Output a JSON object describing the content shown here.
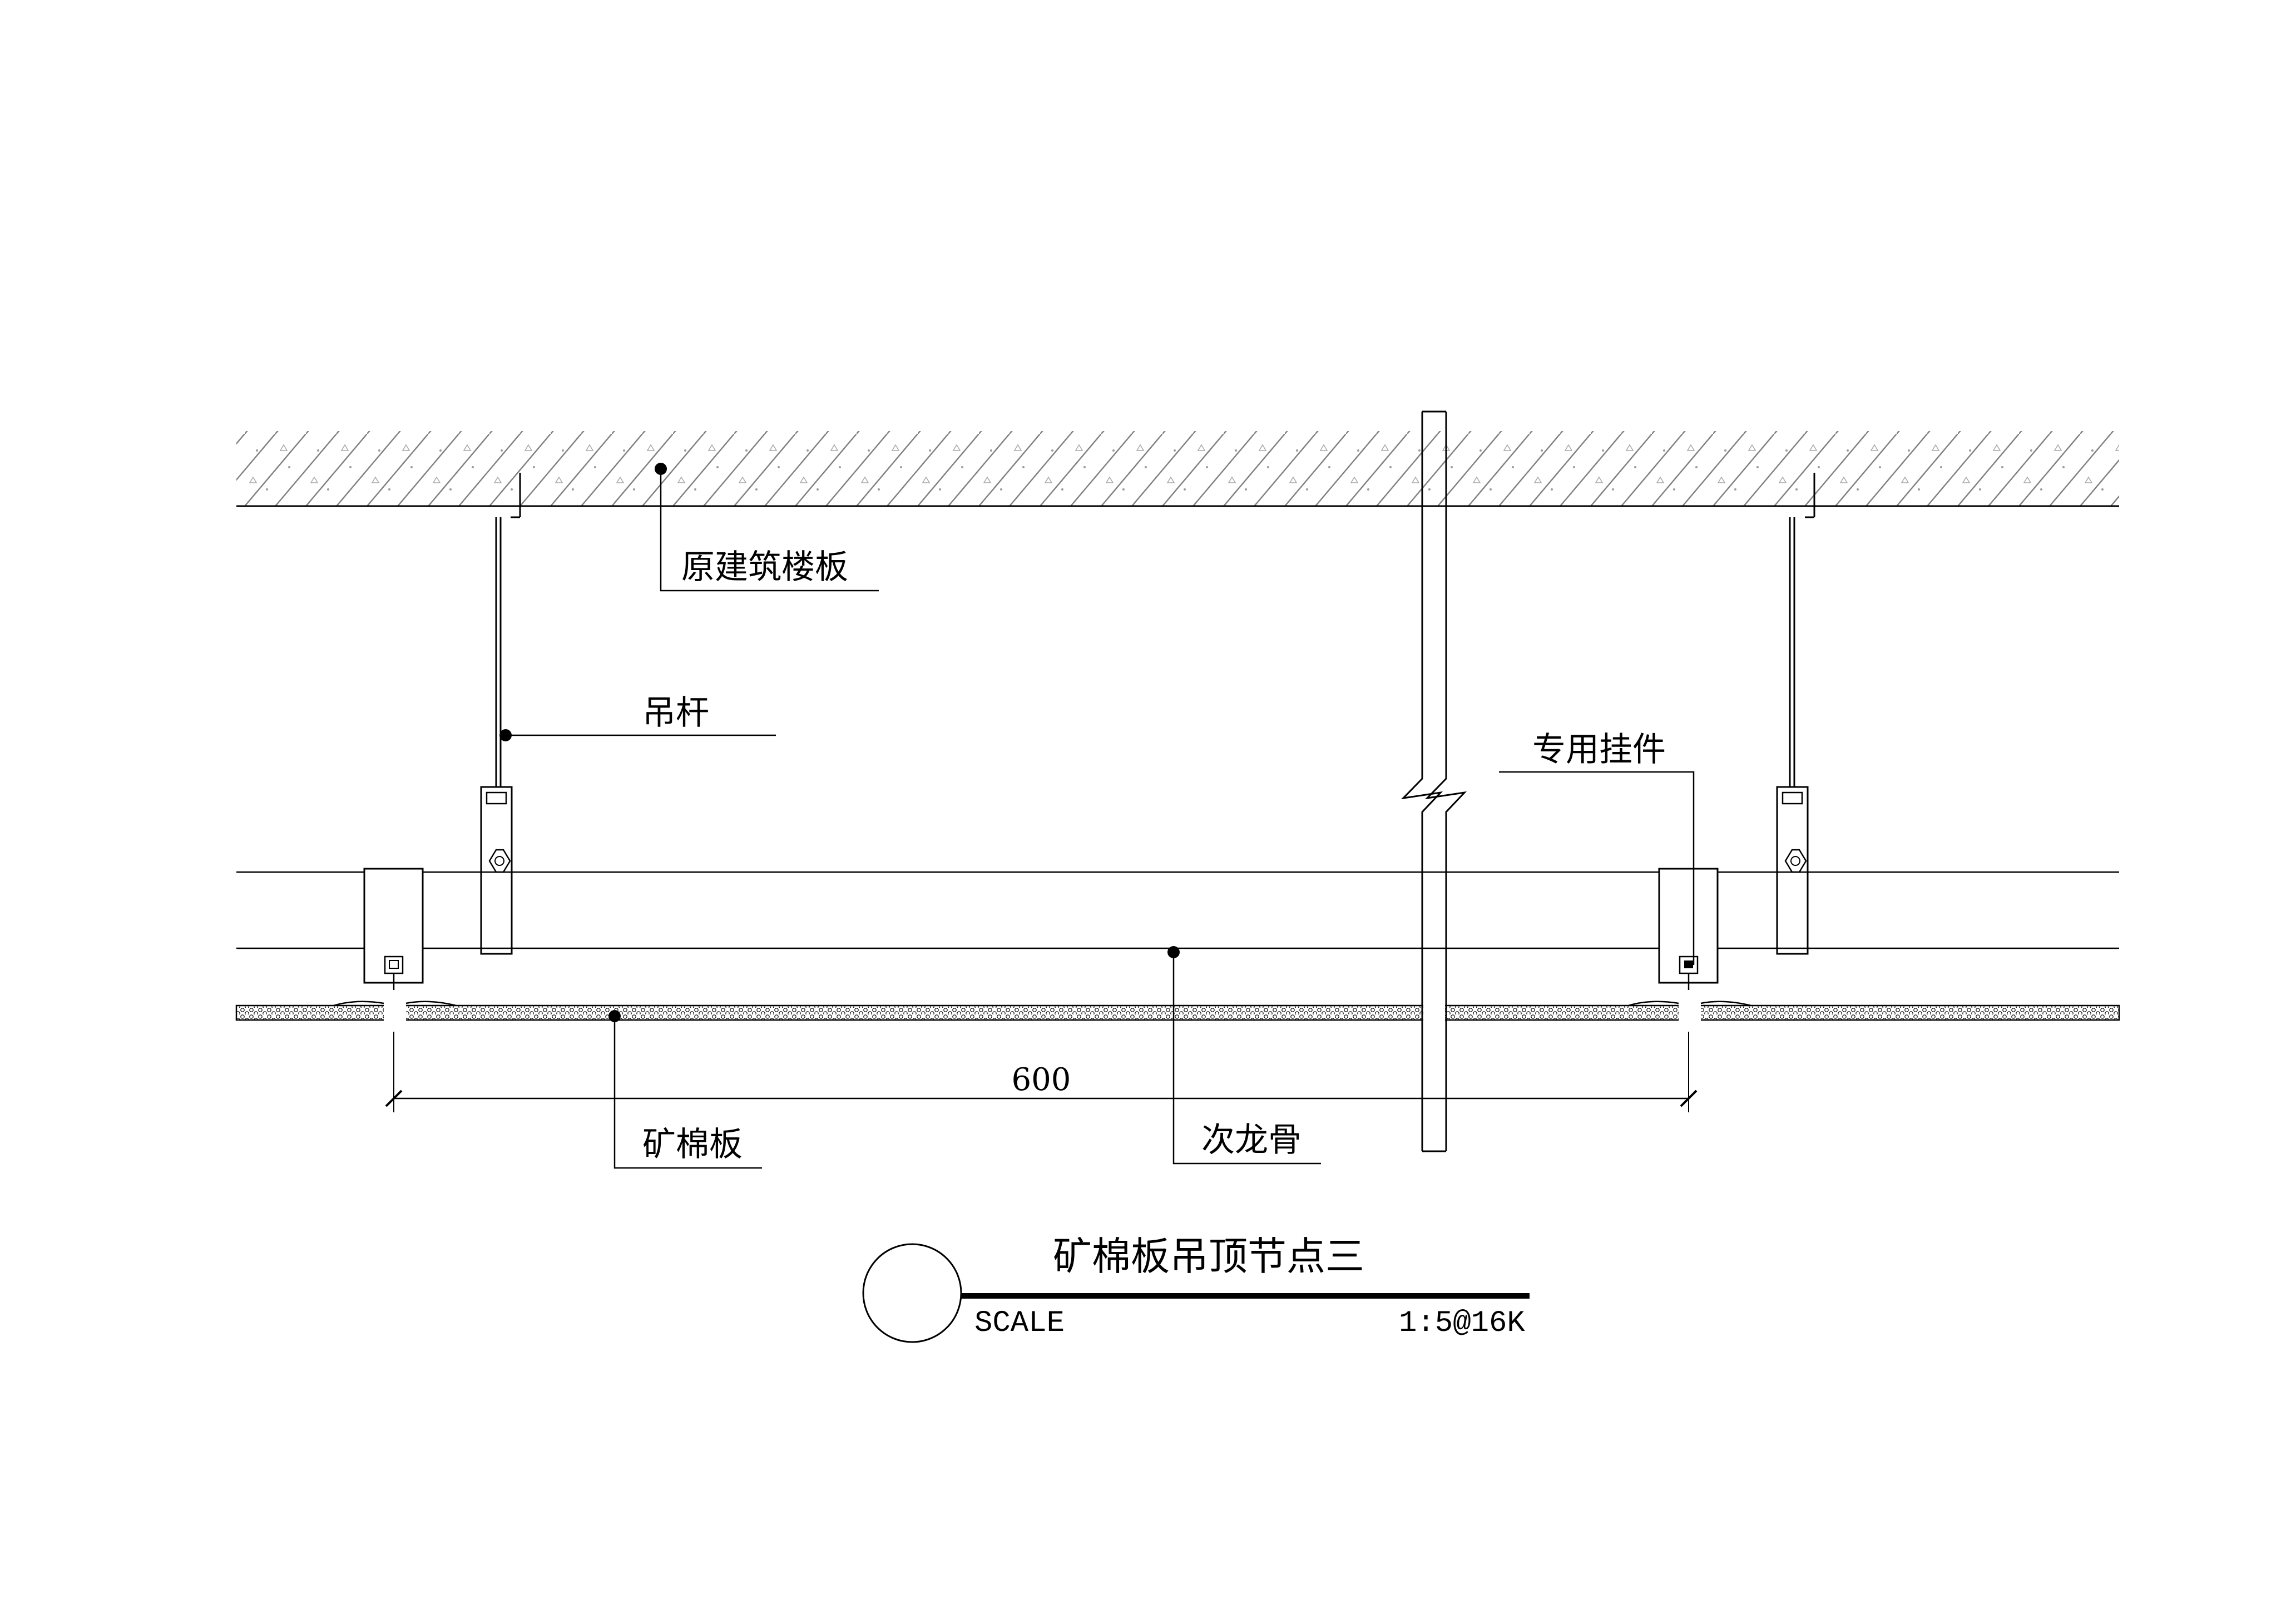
{
  "labels": {
    "slab": "原建筑楼板",
    "hanger_rod": "吊杆",
    "special_hanger": "专用挂件",
    "mineral_board": "矿棉板",
    "secondary_keel": "次龙骨",
    "dimension": "600"
  },
  "title_block": {
    "title": "矿棉板吊顶节点三",
    "scale_label": "SCALE",
    "scale_value": "1:5@16K"
  },
  "colors": {
    "line": "#000000",
    "hatch": "#555555",
    "watermark": "#e6e6e6"
  }
}
